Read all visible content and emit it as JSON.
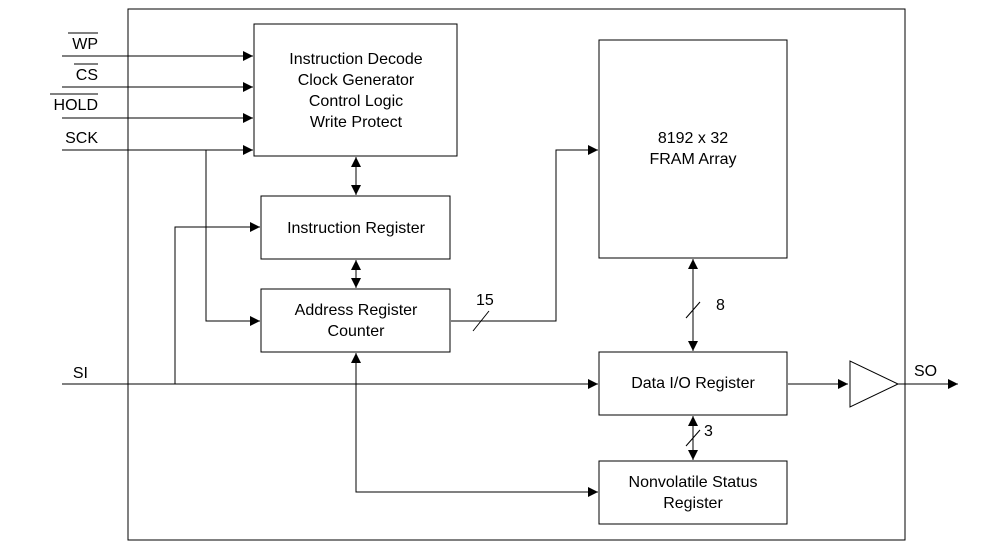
{
  "signals": {
    "wp": "WP",
    "cs": "CS",
    "hold": "HOLD",
    "sck": "SCK",
    "si": "SI",
    "so": "SO"
  },
  "blocks": {
    "control": [
      "Instruction Decode",
      "Clock Generator",
      "Control Logic",
      "Write Protect"
    ],
    "instruction_register": "Instruction Register",
    "address_register": [
      "Address Register",
      "Counter"
    ],
    "fram_array": [
      "8192 x 32",
      "FRAM Array"
    ],
    "data_io_register": "Data I/O Register",
    "status_register": [
      "Nonvolatile Status",
      "Register"
    ]
  },
  "bus_widths": {
    "address": "15",
    "data": "8",
    "status": "3"
  }
}
